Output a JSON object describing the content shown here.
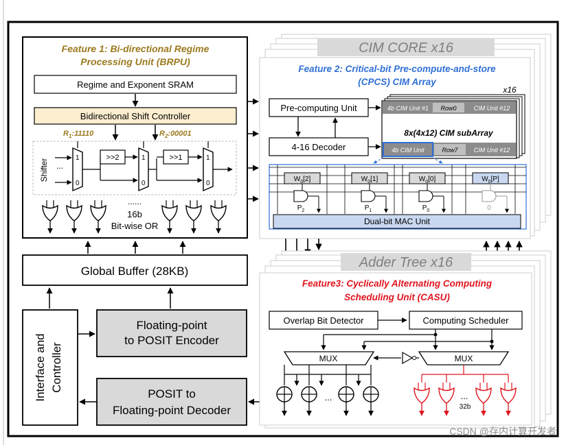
{
  "brpu": {
    "feature_line1": "Feature 1: Bi-directional Regime",
    "feature_line2": "Processing Unit (BRPU)",
    "sram": "Regime and Exponent SRAM",
    "shift_ctrl": "Bidirectional Shift Controller",
    "r1_prefix": "R",
    "r1_sub": "1",
    "r1_value": ":11110",
    "r2_prefix": "R",
    "r2_sub": "2",
    "r2_value": ":00001",
    "shifter": "Shifter",
    "dots_left": "...",
    "mux_in1": "1",
    "mux_in0": "0",
    "shift2": ">>2",
    "shift1": ">>1",
    "or_dots": "......",
    "or_width": "16b",
    "or_label": "Bit-wise OR"
  },
  "cim": {
    "core_title": "CIM CORE x16",
    "feature_line1": "Feature 2: Critical-bit Pre-compute-and-store",
    "feature_line2": "(CPCS) CIM Array",
    "x16": "x16",
    "precomp": "Pre-computing Unit",
    "decoder": "4-16 Decoder",
    "unit1": "4b CIM Unit #1",
    "row0": "Row0",
    "unit12": "CIM Unit #12",
    "subarray": "8x(4x12) CIM subArray",
    "unit_bottom": "4b CIM Unit",
    "row7": "Row7",
    "unit12b": "CIM Unit #12",
    "cells": [
      {
        "w": "W",
        "sub": "0",
        "idx": "[2]",
        "p": "P",
        "psub": "2"
      },
      {
        "w": "W",
        "sub": "0",
        "idx": "[1]",
        "p": "P",
        "psub": "1"
      },
      {
        "w": "W",
        "sub": "0",
        "idx": "[0]",
        "p": "P",
        "psub": "0"
      },
      {
        "w": "W",
        "sub": "0",
        "idx": "[P]",
        "p": "0",
        "psub": ""
      }
    ],
    "mac": "Dual-bit MAC Unit"
  },
  "adder": {
    "title": "Adder Tree x16",
    "feature_line1": "Feature3: Cyclically Alternating Computing",
    "feature_line2": "Scheduling Unit (CASU)",
    "overlap": "Overlap Bit Detector",
    "scheduler": "Computing Scheduler",
    "mux_left": "MUX",
    "mux_right": "MUX",
    "dots_adders": "...",
    "dots_or": "...",
    "or_width": "32b"
  },
  "global_buffer": "Global Buffer (28KB)",
  "interface_line1": "Interface and",
  "interface_line2": "Controller",
  "encoder_line1": "Floating-point",
  "encoder_line2": "to POSIT Encoder",
  "decoder_line1": "POSIT to",
  "decoder_line2": "Floating-point Decoder",
  "watermark": "CSDN @存内计算开发者",
  "colors": {
    "feature1": "#9b7a1e",
    "feature2": "#2f6fd6",
    "feature3": "#e0141e",
    "gray_block": "#d9d9d9",
    "shift_ctrl": "#fdeed0",
    "wp_fill": "#c9d8f0",
    "mac_fill": "#c9d8f0",
    "title_gray": "#7f7f7f"
  }
}
